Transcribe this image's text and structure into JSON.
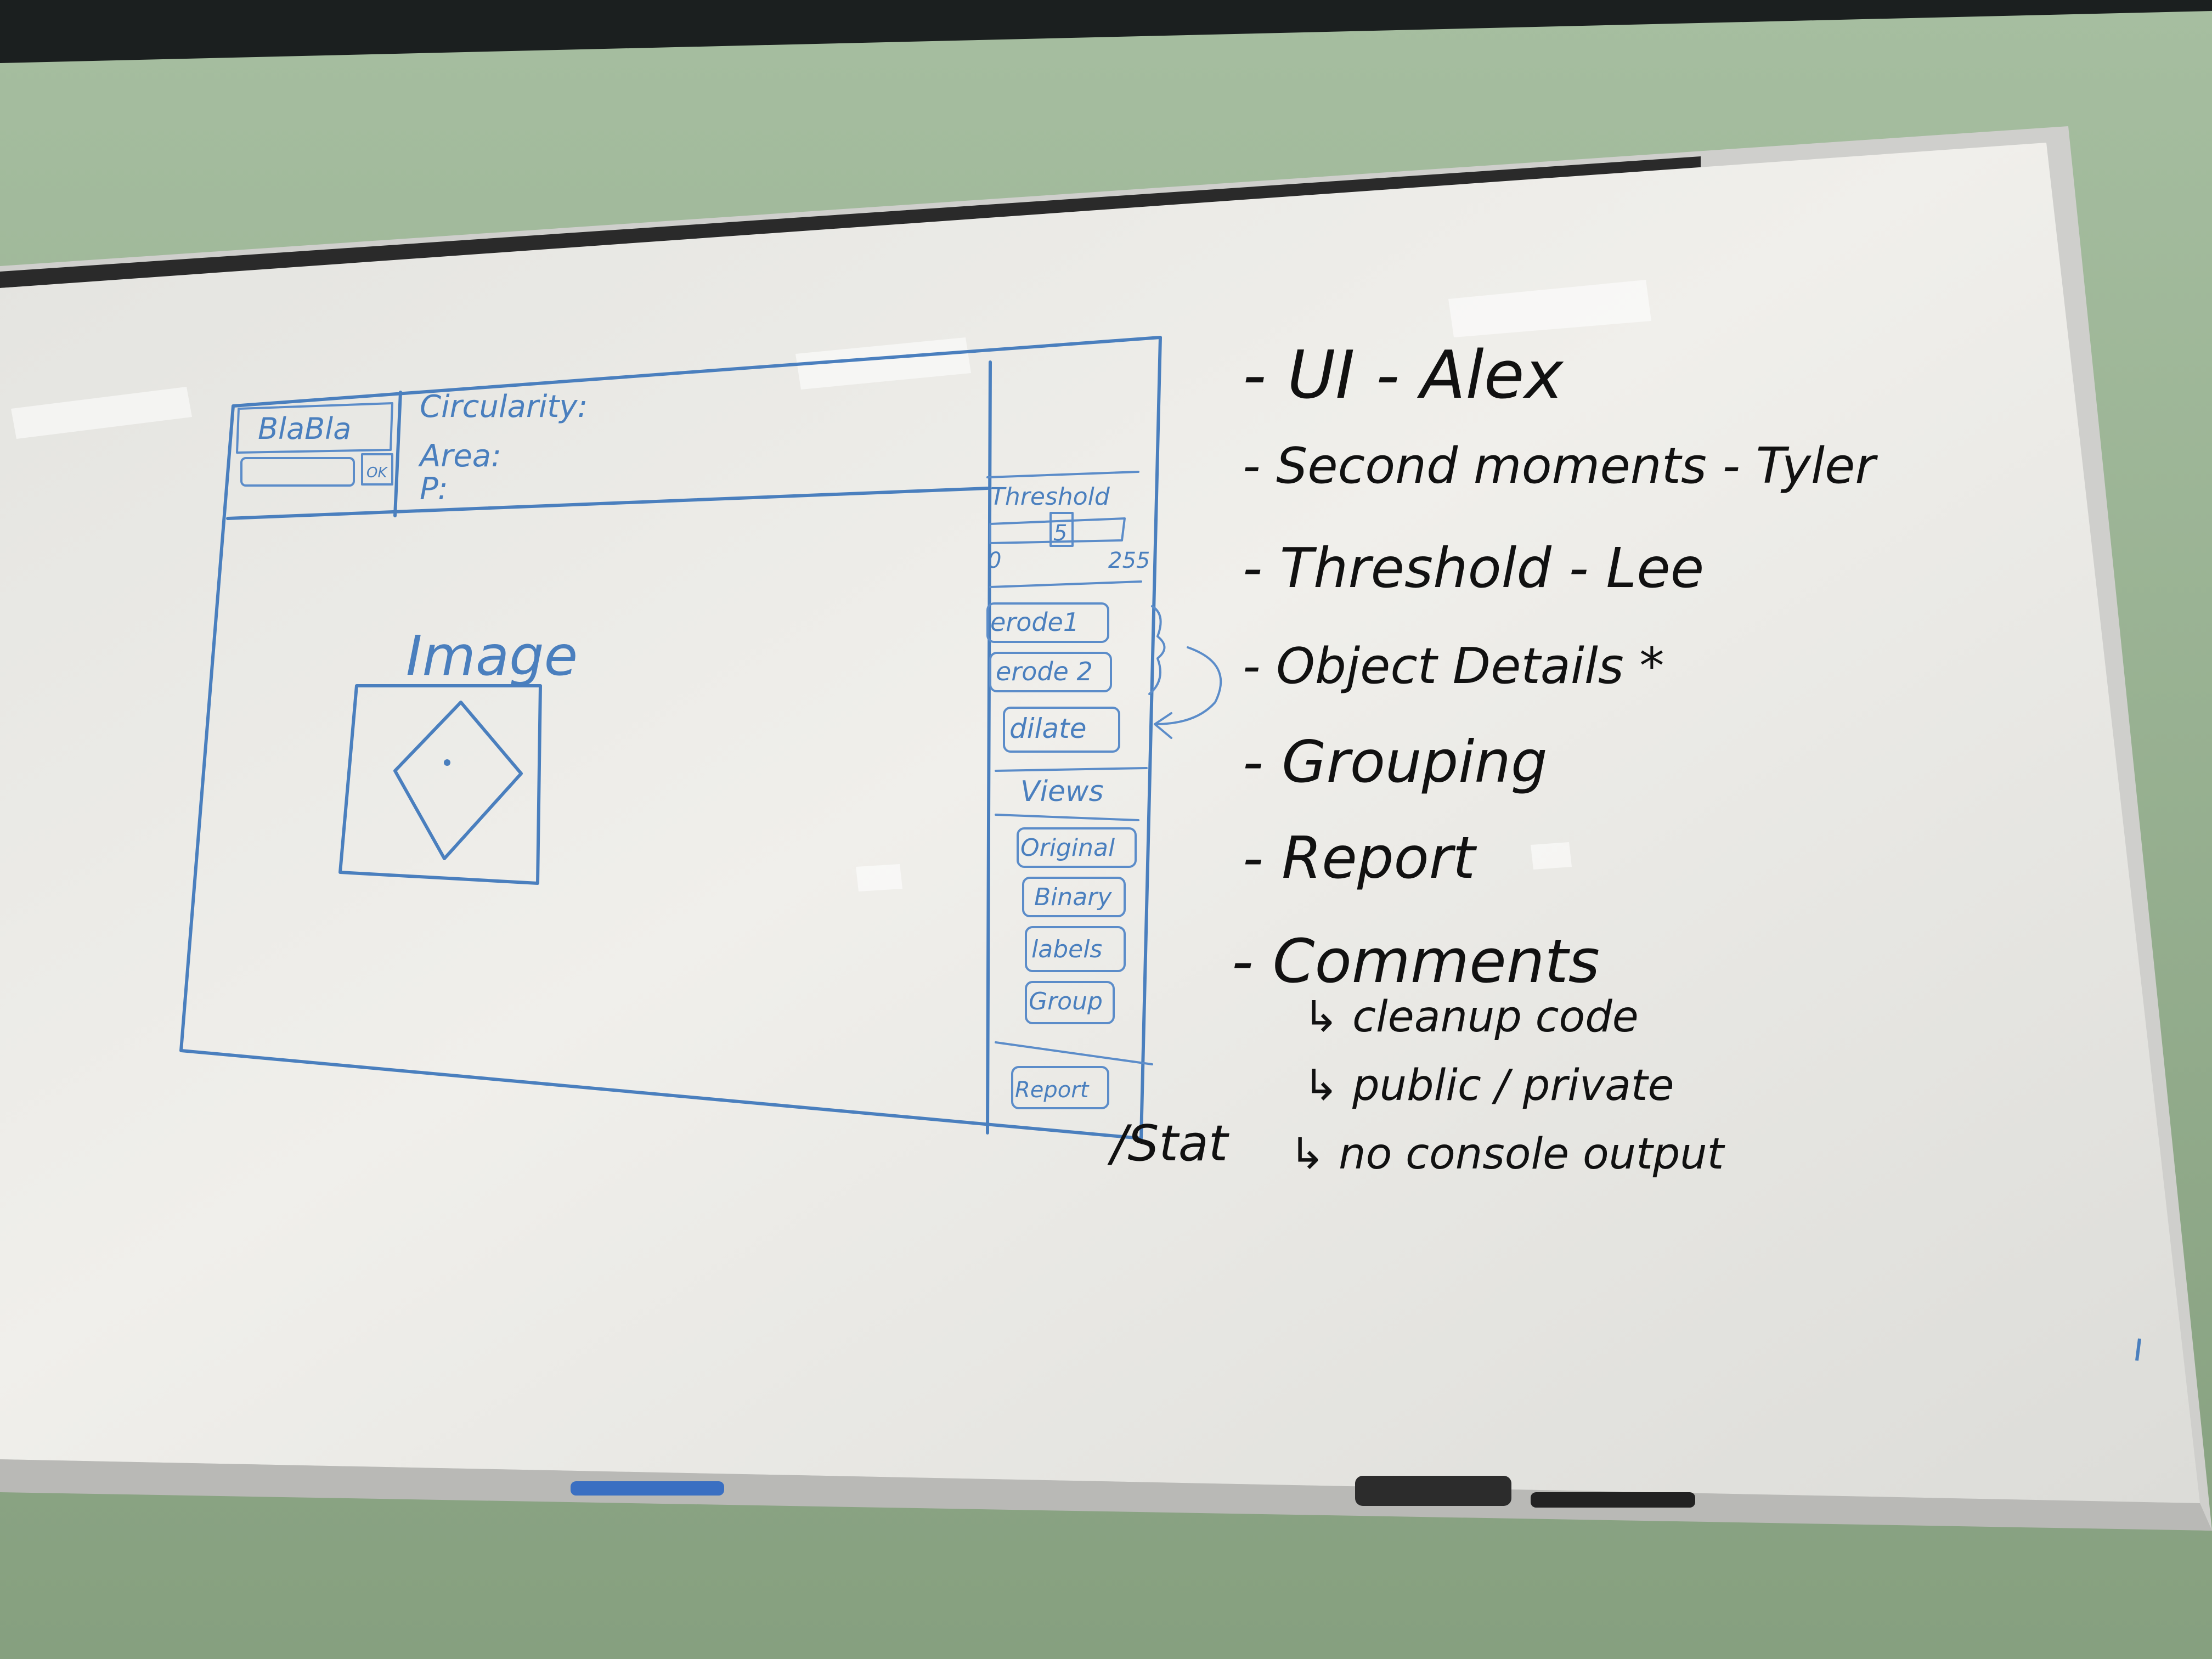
{
  "sketch": {
    "header_box_label": "BlaBla",
    "ok_button": "OK",
    "stats": [
      "Circularity:",
      "Area:",
      "P:"
    ],
    "image_label": "Image",
    "threshold_label": "Threshold",
    "threshold_value": "5",
    "threshold_min": "0",
    "threshold_max": "255",
    "op_buttons": [
      "erode1",
      "erode 2",
      "dilate"
    ],
    "views_label": "Views",
    "view_buttons": [
      "Original",
      "Binary",
      "labels",
      "Group"
    ],
    "report_button": "Report",
    "report_suffix": "/Stat"
  },
  "tasks": {
    "items": [
      "- UI - Alex",
      "- Second moments - Tyler",
      "- Threshold - Lee",
      "- Object Details *",
      "- Grouping",
      "- Report",
      "- Comments"
    ],
    "sub_items": [
      "↳ cleanup code",
      "↳ public / private",
      "↳ no console output"
    ]
  },
  "colors": {
    "wall": "#93ad8c",
    "board": "#ecebe6",
    "frame": "#c9c9c7",
    "blue_marker": "#4a7fbe",
    "black_marker": "#111111"
  }
}
